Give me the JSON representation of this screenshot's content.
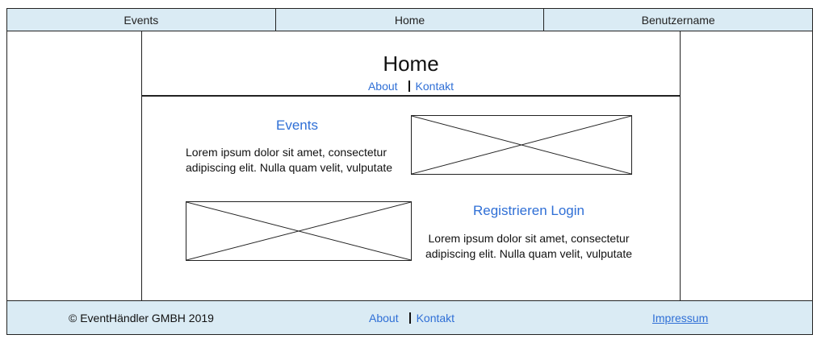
{
  "topnav": {
    "events": "Events",
    "home": "Home",
    "username": "Benutzername"
  },
  "header": {
    "title": "Home",
    "links": {
      "about": "About",
      "contact": "Kontakt"
    }
  },
  "sections": [
    {
      "title": "Events",
      "text_line1": "Lorem ipsum dolor sit amet, consectetur",
      "text_line2": "adipiscing elit. Nulla quam velit, vulputate"
    },
    {
      "title": "Registrieren Login",
      "text_line1": "Lorem ipsum dolor sit amet, consectetur",
      "text_line2": "adipiscing elit. Nulla quam velit, vulputate"
    }
  ],
  "footer": {
    "copyright": "© EventHändler GMBH 2019",
    "about": "About",
    "contact": "Kontakt",
    "impressum": "Impressum"
  },
  "colors": {
    "bar_background": "#daebf4",
    "link": "#2f6fd6"
  }
}
